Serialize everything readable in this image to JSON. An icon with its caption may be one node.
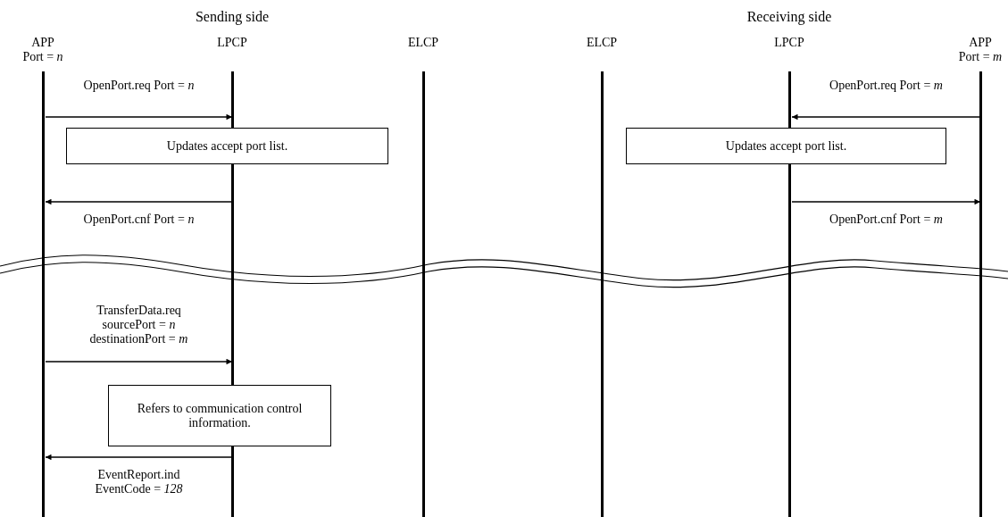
{
  "diagram": {
    "nodes": [
      {
        "text": [
          "APP",
          "Port = *n*"
        ]
      },
      {
        "text": [
          "LPCP"
        ]
      },
      {
        "text": [
          "ELCP"
        ]
      },
      {
        "text": [
          "ELCP"
        ]
      },
      {
        "text": [
          "LPCP"
        ]
      },
      {
        "text": [
          "APP",
          "Port = *m*"
        ]
      },
      {
        "text": [
          "Updates accept port list."
        ]
      },
      {
        "text": [
          "Updates accept port list."
        ]
      },
      {
        "text": [
          "Refers to communication control information."
        ]
      }
    ],
    "edges": [
      {
        "from": 0,
        "to": 1,
        "arrow": "to",
        "label": "OpenPort.req Port = *n*"
      },
      {
        "from": 5,
        "to": 4,
        "arrow": "to",
        "label": "OpenPort.req Port = *m*"
      },
      {
        "from": 1,
        "to": 0,
        "arrow": "to",
        "label": "OpenPort.cnf Port = *n*"
      },
      {
        "from": 4,
        "to": 5,
        "arrow": "to",
        "label": "OpenPort.cnf Port = *m*"
      },
      {
        "from": 0,
        "to": 1,
        "arrow": "to",
        "label": "TransferData.req sourcePort = *n* destinationPort = *m*"
      },
      {
        "from": 1,
        "to": 0,
        "arrow": "to",
        "label": "EventReport.ind EventCode = *128*"
      }
    ],
    "labels": [
      "Sending side",
      "Receiving side"
    ]
  }
}
